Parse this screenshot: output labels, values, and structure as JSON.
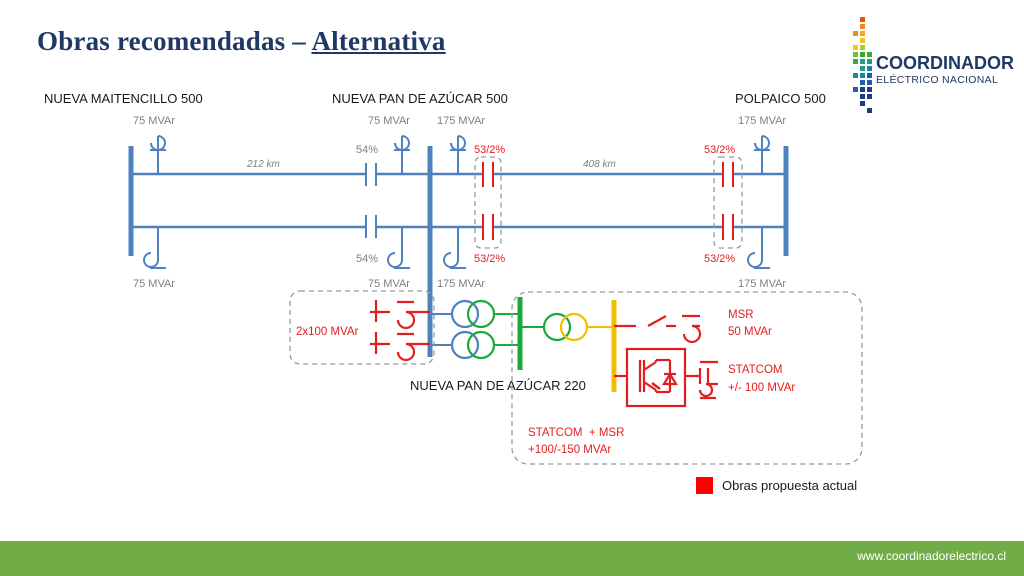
{
  "title": {
    "prefix": "Obras recomendadas – ",
    "emphasis": "Alternativa"
  },
  "logo": {
    "name": "COORDINADOR",
    "subtitle": "ELÉCTRICO NACIONAL"
  },
  "buses": {
    "maitencillo": "NUEVA MAITENCILLO 500",
    "pan_azucar_500": "NUEVA PAN DE AZÚCAR 500",
    "polpaico": "POLPAICO 500",
    "pan_azucar_220": "NUEVA PAN DE AZÚCAR 220"
  },
  "reactors": {
    "maitencillo_top": "75 MVAr",
    "maitencillo_bottom": "75 MVAr",
    "pan_azucar_left_top": "75 MVAr",
    "pan_azucar_left_bottom": "75 MVAr",
    "pan_azucar_right_top": "175 MVAr",
    "pan_azucar_right_bottom": "175 MVAr",
    "polpaico_top": "175 MVAr",
    "polpaico_bottom": "175 MVAr"
  },
  "compensation": {
    "existing_top": "54%",
    "existing_bottom": "54%",
    "new_left_top": "53/2%",
    "new_left_bottom": "53/2%",
    "new_right_top": "53/2%",
    "new_right_bottom": "53/2%"
  },
  "distances": {
    "left_segment": "212 km",
    "right_segment": "408 km"
  },
  "proposed_works": {
    "reactors_500": "2x100 MVAr",
    "msr_name": "MSR",
    "msr_rating": "50 MVAr",
    "statcom_name": "STATCOM",
    "statcom_rating": "+/- 100 MVAr",
    "combined_name": "STATCOM  + MSR",
    "combined_rating": "+100/-150 MVAr"
  },
  "legend": {
    "label": "Obras propuesta actual",
    "color": "#ff0000"
  },
  "colors": {
    "bus_500": "#4f81bd",
    "proposed": "#e41e1e",
    "bus_220_green": "#1aaa3a",
    "yellow": "#f0c000",
    "footer": "#70ad47",
    "title": "#1f3864"
  },
  "footer": {
    "url": "www.coordinadorelectrico.cl"
  }
}
